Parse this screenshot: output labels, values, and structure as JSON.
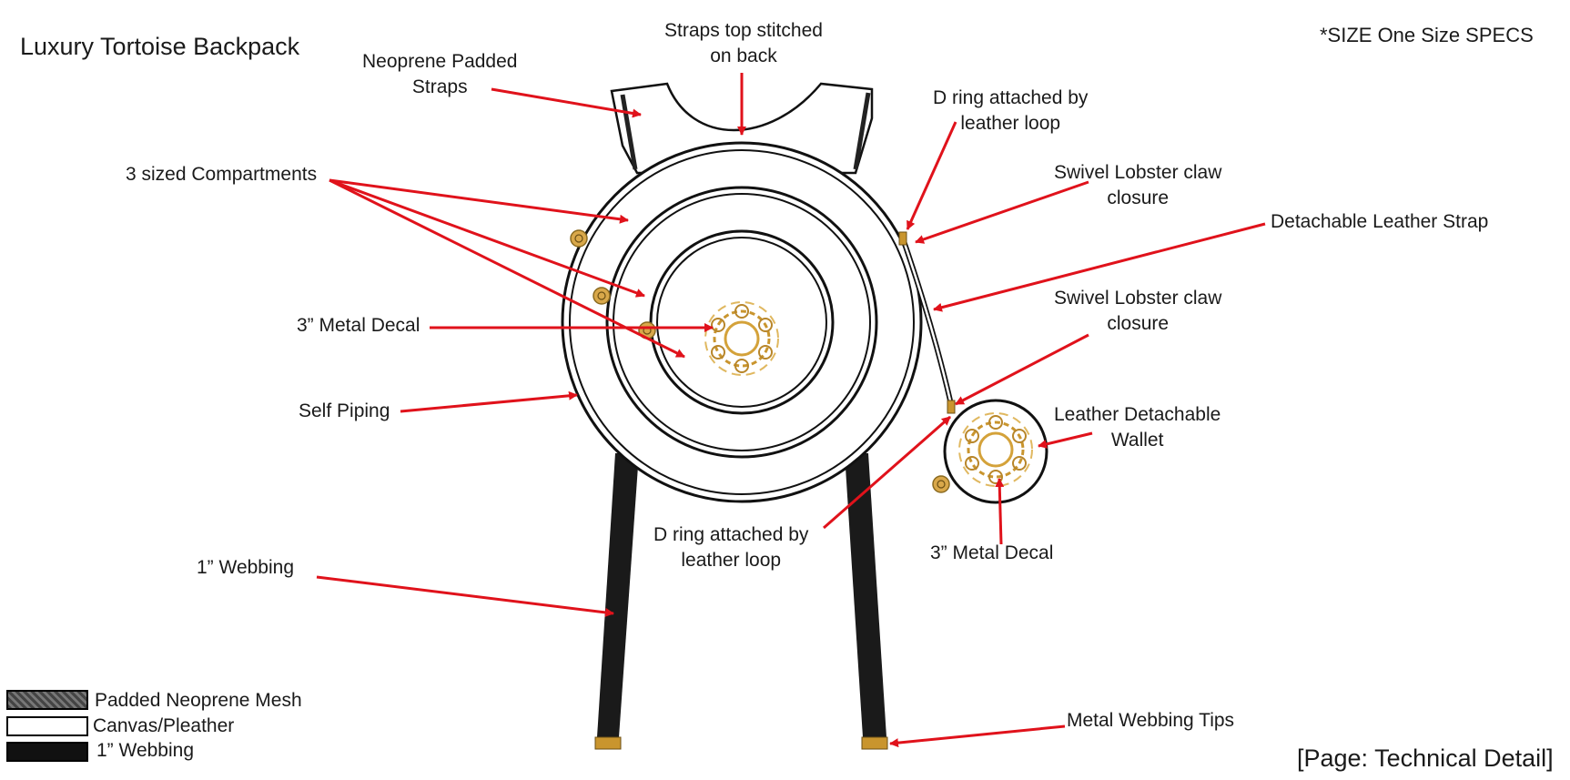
{
  "title": "Luxury Tortoise Backpack",
  "size_spec": "*SIZE One Size SPECS",
  "page_label": "[Page: Technical Detail]",
  "colors": {
    "arrow": "#e0121b",
    "outline": "#111111",
    "webbing": "#1a1a1a",
    "gold": "#d4a23a"
  },
  "callouts": {
    "straps_top": "Straps top stitched\non back",
    "neoprene": "Neoprene Padded\nStraps",
    "d_ring_top": "D ring attached by\nleather loop",
    "swivel_top": "Swivel Lobster claw\nclosure",
    "compartments": "3 sized Compartments",
    "detachable_strap": "Detachable Leather Strap",
    "swivel_bottom": "Swivel Lobster claw\nclosure",
    "metal_decal_main": "3” Metal Decal",
    "leather_wallet": "Leather Detachable\nWallet",
    "self_piping": "Self Piping",
    "d_ring_bottom": "D ring attached by\nleather loop",
    "metal_decal_wallet": "3” Metal Decal",
    "webbing": "1” Webbing",
    "webbing_tips": "Metal Webbing Tips"
  },
  "legend": [
    {
      "label": "Padded Neoprene Mesh",
      "swatch": "mesh"
    },
    {
      "label": "Canvas/Pleather",
      "swatch": "canvas"
    },
    {
      "label": "1” Webbing",
      "swatch": "webbing"
    }
  ]
}
